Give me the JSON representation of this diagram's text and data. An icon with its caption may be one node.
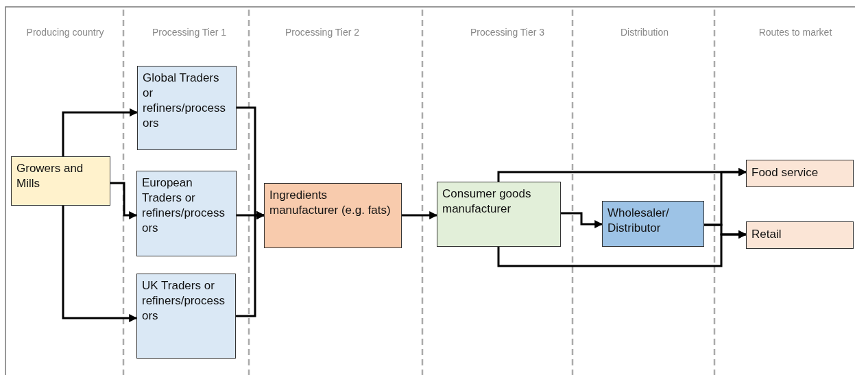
{
  "diagram": {
    "nodes": [
      {
        "text": [
          "Growers and Mills"
        ]
      },
      {
        "text": [
          "Global Traders or refiners/processors"
        ]
      },
      {
        "text": [
          "European Traders or refiners/processors"
        ]
      },
      {
        "text": [
          "UK Traders or refiners/processors"
        ]
      },
      {
        "text": [
          "Ingredients manufacturer (e.g. fats)"
        ]
      },
      {
        "text": [
          "Consumer goods manufacturer"
        ]
      },
      {
        "text": [
          "Wholesaler/ Distributor"
        ]
      },
      {
        "text": [
          "Food service"
        ]
      },
      {
        "text": [
          "Retail"
        ]
      }
    ],
    "edges": [
      {
        "from": 0,
        "to": 1,
        "arrow": "to"
      },
      {
        "from": 0,
        "to": 2,
        "arrow": "to"
      },
      {
        "from": 0,
        "to": 3,
        "arrow": "to"
      },
      {
        "from": 1,
        "to": 4,
        "arrow": "to"
      },
      {
        "from": 2,
        "to": 4,
        "arrow": "to"
      },
      {
        "from": 3,
        "to": 4,
        "arrow": "to"
      },
      {
        "from": 4,
        "to": 5,
        "arrow": "to"
      },
      {
        "from": 5,
        "to": 6,
        "arrow": "to"
      },
      {
        "from": 5,
        "to": 7,
        "arrow": "to"
      },
      {
        "from": 5,
        "to": 8,
        "arrow": "to"
      },
      {
        "from": 6,
        "to": 7,
        "arrow": "to"
      },
      {
        "from": 6,
        "to": 8,
        "arrow": "to"
      }
    ],
    "labels": [
      "Producing country",
      "Processing Tier 1",
      "Processing Tier 2",
      "Processing Tier 3",
      "Distribution",
      "Routes to market"
    ]
  }
}
